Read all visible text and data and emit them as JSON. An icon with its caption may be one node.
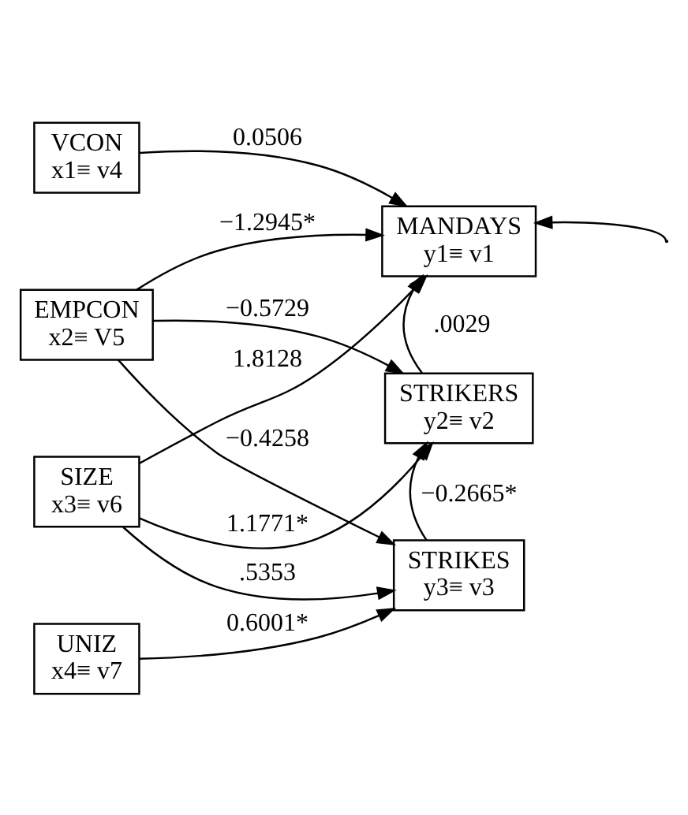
{
  "diagram": {
    "nodes": [
      {
        "text": [
          "VCON",
          "x1≡ v4"
        ]
      },
      {
        "text": [
          "EMPCON",
          "x2≡ V5"
        ]
      },
      {
        "text": [
          "SIZE",
          "x3≡ v6"
        ]
      },
      {
        "text": [
          "UNIZ",
          "x4≡ v7"
        ]
      },
      {
        "text": [
          "MANDAYS",
          "y1≡ v1"
        ]
      },
      {
        "text": [
          "STRIKERS",
          "y2≡ v2"
        ]
      },
      {
        "text": [
          "STRIKES",
          "y3≡ v3"
        ]
      }
    ],
    "edges": [
      {
        "from": 0,
        "to": 4,
        "arrow": "to",
        "label": "0.0506"
      },
      {
        "from": 1,
        "to": 4,
        "arrow": "to",
        "label": "−1.2945*"
      },
      {
        "from": 1,
        "to": 5,
        "arrow": "to",
        "label": "−0.5729"
      },
      {
        "from": 1,
        "to": 6,
        "arrow": "to",
        "label": "−0.4258"
      },
      {
        "from": 2,
        "to": 4,
        "arrow": "to",
        "label": "1.8128"
      },
      {
        "from": 2,
        "to": 5,
        "arrow": "to",
        "label": "1.1771*"
      },
      {
        "from": 2,
        "to": 6,
        "arrow": "to",
        "label": ".5353"
      },
      {
        "from": 3,
        "to": 6,
        "arrow": "to",
        "label": "0.6001*"
      },
      {
        "from": 5,
        "to": 4,
        "arrow": "to",
        "label": ".0029"
      },
      {
        "from": 6,
        "to": 5,
        "arrow": "to",
        "label": "−0.2665*"
      },
      {
        "from": null,
        "to": 4,
        "arrow": "to"
      }
    ]
  }
}
